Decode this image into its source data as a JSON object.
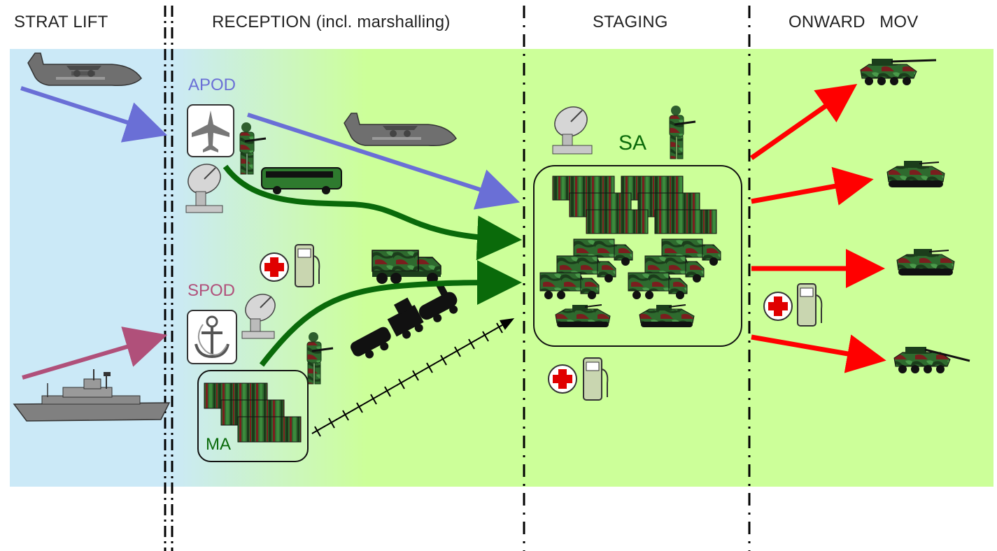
{
  "headers": {
    "strat_lift": "STRAT LIFT",
    "reception": "RECEPTION (incl. marshalling)",
    "staging": "STAGING",
    "onward": "ONWARD   MOV"
  },
  "labels": {
    "apod": "APOD",
    "spod": "SPOD",
    "ma": "MA",
    "sa": "SA"
  },
  "colors": {
    "strat_zone": "#cbe9f7",
    "green_zone": "#ccff99",
    "apod_arrow": "#6a6fd6",
    "spod_arrow": "#b0507a",
    "flow_arrow": "#0a6a0a",
    "onward_arrow": "#ff0000",
    "camo_dark": "#1f4a1f",
    "camo_red": "#7a1e1e",
    "medical_red": "#e00000"
  },
  "icons": [
    "transport-aircraft-icon",
    "ship-icon",
    "airplane-symbol-icon",
    "anchor-symbol-icon",
    "satellite-dish-icon",
    "soldier-icon",
    "bus-icon",
    "military-truck-icon",
    "locomotive-icon",
    "railway-track-icon",
    "container-icon",
    "medical-cross-icon",
    "fuel-pump-icon",
    "armored-vehicle-icon",
    "tank-icon"
  ]
}
